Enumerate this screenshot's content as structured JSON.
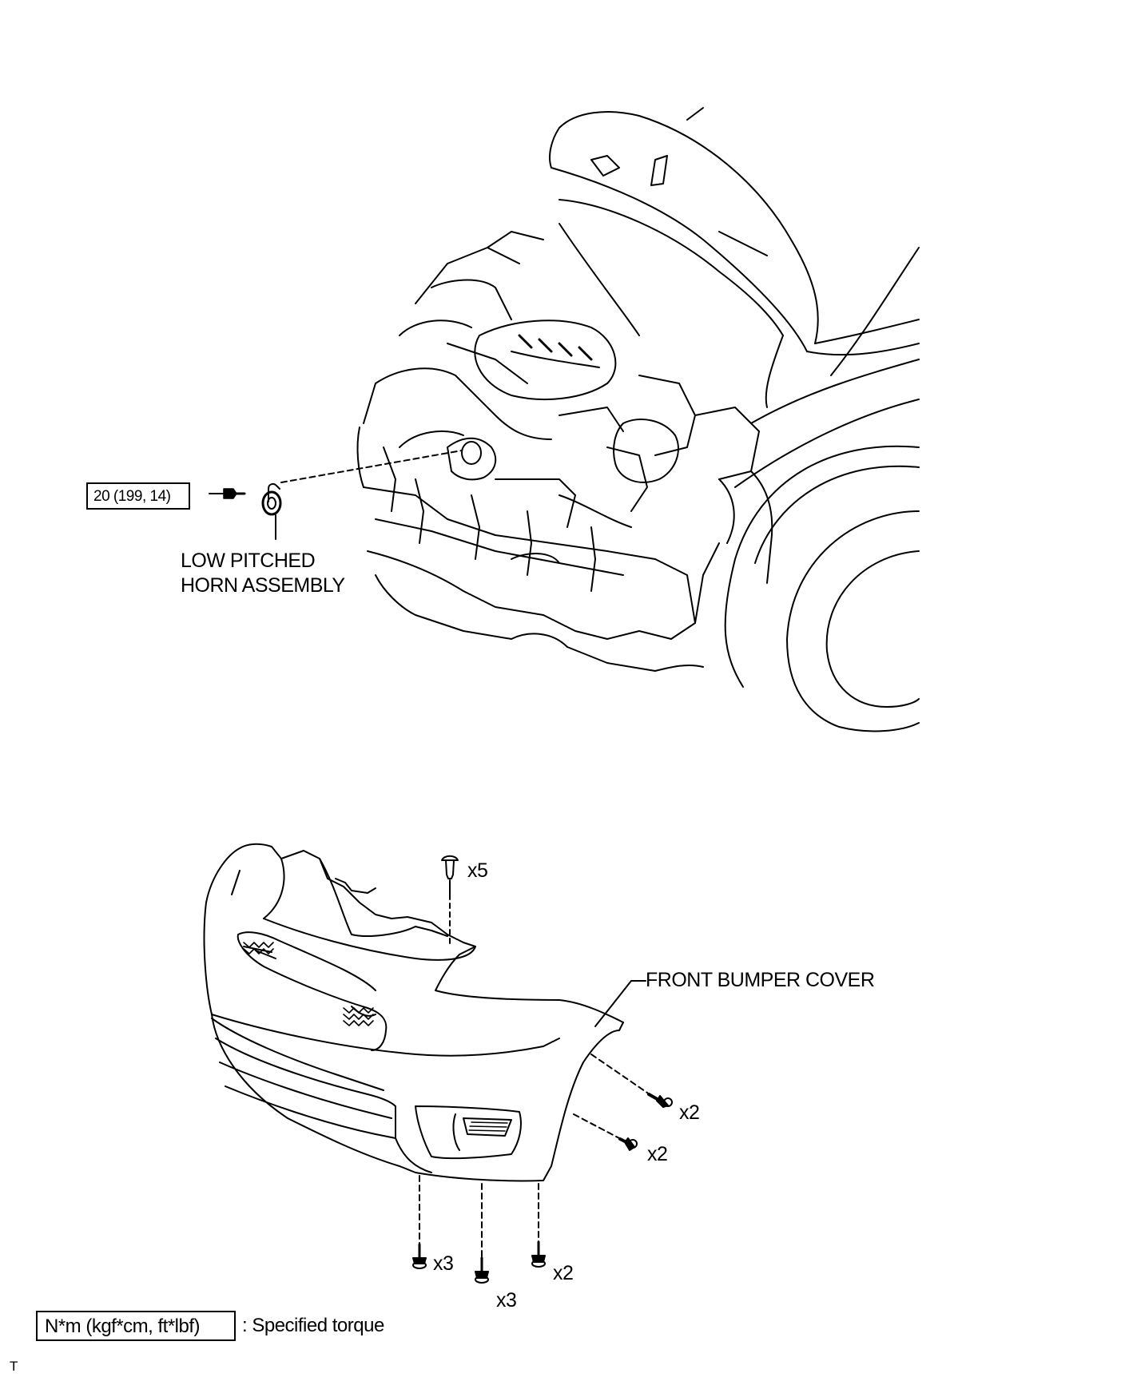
{
  "labels": {
    "torque_value": "20 (199, 14)",
    "horn_line1": "LOW PITCHED",
    "horn_line2": "HORN ASSEMBLY",
    "bumper_cover": "FRONT BUMPER COVER",
    "clip_top_qty": "x5",
    "screw_right_upper_qty": "x2",
    "screw_right_lower_qty": "x2",
    "bolt_left_qty": "x3",
    "bolt_center_qty": "x3",
    "bolt_right_qty": "x2"
  },
  "legend": {
    "box_text": "N*m (kgf*cm, ft*lbf)",
    "description": ": Specified torque"
  },
  "footer": {
    "code": "T"
  }
}
